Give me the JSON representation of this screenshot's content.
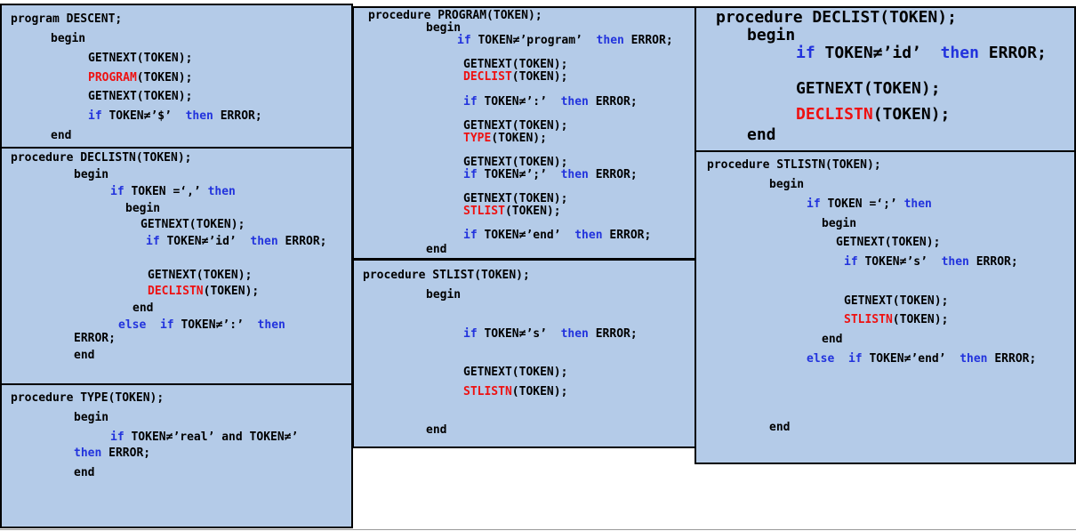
{
  "panels": {
    "descent": {
      "l1": "program DESCENT;",
      "l2": "begin",
      "l3": "GETNEXT(TOKEN);",
      "l4_red": "PROGRAM",
      "l4_rest": "(TOKEN);",
      "l5": "GETNEXT(TOKEN);",
      "l6_if": "if",
      "l6_mid": " TOKEN≠’$’  ",
      "l6_then": "then",
      "l6_rest": " ERROR;",
      "l7": "end"
    },
    "declistn": {
      "l1": "procedure DECLISTN(TOKEN);",
      "l2": "begin",
      "l3_if": "if",
      "l3_mid": " TOKEN =‘,’ ",
      "l3_then": "then",
      "l4": "begin",
      "l5": "GETNEXT(TOKEN);",
      "l6_if": "if",
      "l6_mid": " TOKEN≠’id’  ",
      "l6_then": "then",
      "l6_rest": " ERROR;",
      "l7": "GETNEXT(TOKEN);",
      "l8_red": "DECLISTN",
      "l8_rest": "(TOKEN);",
      "l9": "end",
      "l10_else": "else",
      "l10_sp": "  ",
      "l10_if": "if",
      "l10_mid": " TOKEN≠’:’  ",
      "l10_then": "then",
      "l11": "ERROR;",
      "l12": "end"
    },
    "type": {
      "l1": "procedure TYPE(TOKEN);",
      "l2": "begin",
      "l3_if": "if",
      "l3_mid": " TOKEN≠’real’ and TOKEN≠’",
      "l4_then": "then",
      "l4_rest": " ERROR;",
      "l5": "end"
    },
    "program": {
      "l1": "procedure PROGRAM(TOKEN);",
      "l2": "begin",
      "l3_if": "if",
      "l3_mid": " TOKEN≠’program’  ",
      "l3_then": "then",
      "l3_rest": " ERROR;",
      "l4": "GETNEXT(TOKEN);",
      "l5_red": "DECLIST",
      "l5_rest": "(TOKEN);",
      "l6_if": "if",
      "l6_mid": " TOKEN≠’:’  ",
      "l6_then": "then",
      "l6_rest": " ERROR;",
      "l7": "GETNEXT(TOKEN);",
      "l8_red": "TYPE",
      "l8_rest": "(TOKEN);",
      "l9": "GETNEXT(TOKEN);",
      "l10_if": "if",
      "l10_mid": " TOKEN≠’;’  ",
      "l10_then": "then",
      "l10_rest": " ERROR;",
      "l11": "GETNEXT(TOKEN);",
      "l12_red": "STLIST",
      "l12_rest": "(TOKEN);",
      "l13_if": "if",
      "l13_mid": " TOKEN≠’end’  ",
      "l13_then": "then",
      "l13_rest": " ERROR;",
      "l14": "end"
    },
    "stlist": {
      "l1": "procedure STLIST(TOKEN);",
      "l2": "begin",
      "l3_if": "if",
      "l3_mid": " TOKEN≠’s’  ",
      "l3_then": "then",
      "l3_rest": " ERROR;",
      "l4": "GETNEXT(TOKEN);",
      "l5_red": "STLISTN",
      "l5_rest": "(TOKEN);",
      "l6": "end"
    },
    "declist": {
      "l1": "procedure DECLIST(TOKEN);",
      "l2": "begin",
      "l3_if": "if",
      "l3_mid": " TOKEN≠’id’  ",
      "l3_then": "then",
      "l3_rest": " ERROR;",
      "l4": "GETNEXT(TOKEN);",
      "l5_red": "DECLISTN",
      "l5_rest": "(TOKEN);",
      "l6": "end"
    },
    "stlistn": {
      "l1": "procedure STLISTN(TOKEN);",
      "l2": "begin",
      "l3_if": "if",
      "l3_mid": " TOKEN =‘;’ ",
      "l3_then": "then",
      "l4": "begin",
      "l5": "GETNEXT(TOKEN);",
      "l6_if": "if",
      "l6_mid": " TOKEN≠’s’  ",
      "l6_then": "then",
      "l6_rest": " ERROR;",
      "l7": "GETNEXT(TOKEN);",
      "l8_red": "STLISTN",
      "l8_rest": "(TOKEN);",
      "l9": "end",
      "l10_else": "else",
      "l10_sp": "  ",
      "l10_if": "if",
      "l10_mid": " TOKEN≠’end’  ",
      "l10_then": "then",
      "l10_rest": " ERROR;",
      "l11": "end"
    }
  },
  "colors": {
    "panel_bg": "#b4cbe8",
    "keyword": "#2233dd",
    "call": "#ee1111",
    "text": "#000000"
  }
}
